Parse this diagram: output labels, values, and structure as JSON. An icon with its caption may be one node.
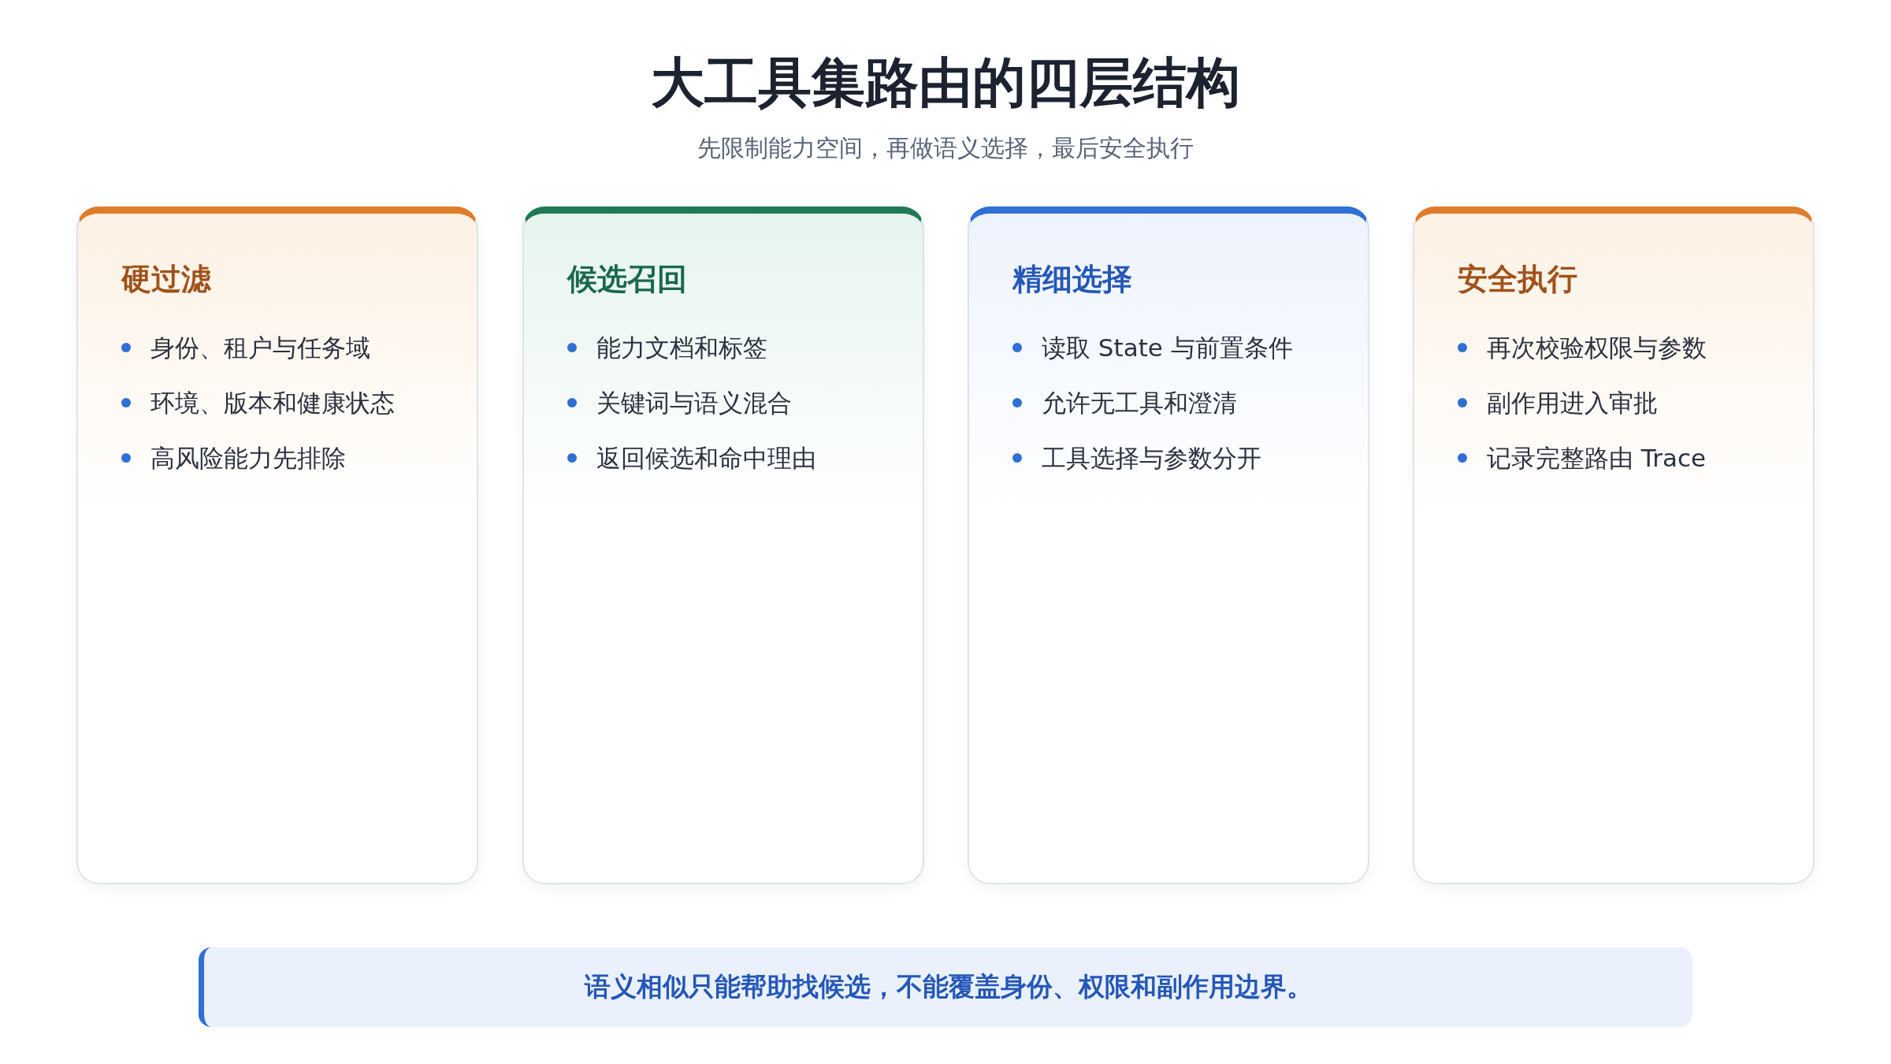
{
  "diagram": {
    "title": "大工具集路由的四层结构",
    "nodes": [
      {
        "text": [
          "硬过滤",
          "身份、租户与任务域",
          "环境、版本和健康状态",
          "高风险能力先排除"
        ]
      },
      {
        "text": [
          "候选召回",
          "能力文档和标签",
          "关键词与语义混合",
          "返回候选和命中理由"
        ]
      },
      {
        "text": [
          "精细选择",
          "读取 State 与前置条件",
          "允许无工具和澄清",
          "工具选择与参数分开"
        ]
      },
      {
        "text": [
          "安全执行",
          "再次校验权限与参数",
          "副作用进入审批",
          "记录完整路由 Trace"
        ]
      },
      {
        "text": [
          "语义相似只能帮助找候选，不能覆盖身份、权限和副作用边界。"
        ]
      }
    ],
    "labels": [
      "先限制能力空间，再做语义选择，最后安全执行"
    ]
  }
}
